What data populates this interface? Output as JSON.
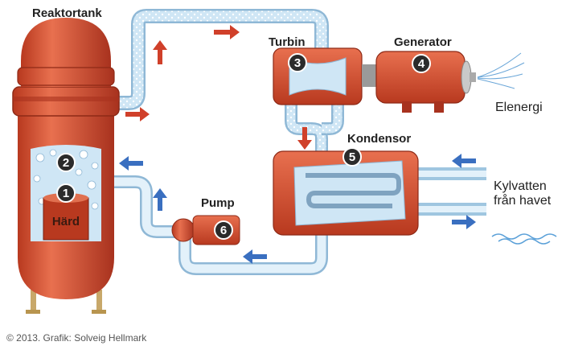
{
  "labels": {
    "reactor_tank": "Reaktortank",
    "turbine": "Turbin",
    "generator": "Generator",
    "condenser": "Kondensor",
    "pump": "Pump",
    "electricity": "Elenergi",
    "cooling_water_line1": "Kylvatten",
    "cooling_water_line2": "från havet",
    "core": "Härd"
  },
  "markers": {
    "m1": "1",
    "m2": "2",
    "m3": "3",
    "m4": "4",
    "m5": "5",
    "m6": "6"
  },
  "credit": "© 2013. Grafik: Solveig Hellmark",
  "colors": {
    "steel_red": "#d9553a",
    "dark_red": "#a8321e",
    "pipe_blue": "#bcdcf0",
    "arrow_red": "#d0402a",
    "arrow_blue": "#3a6fc0",
    "marker_fill": "#2b2b2b"
  }
}
